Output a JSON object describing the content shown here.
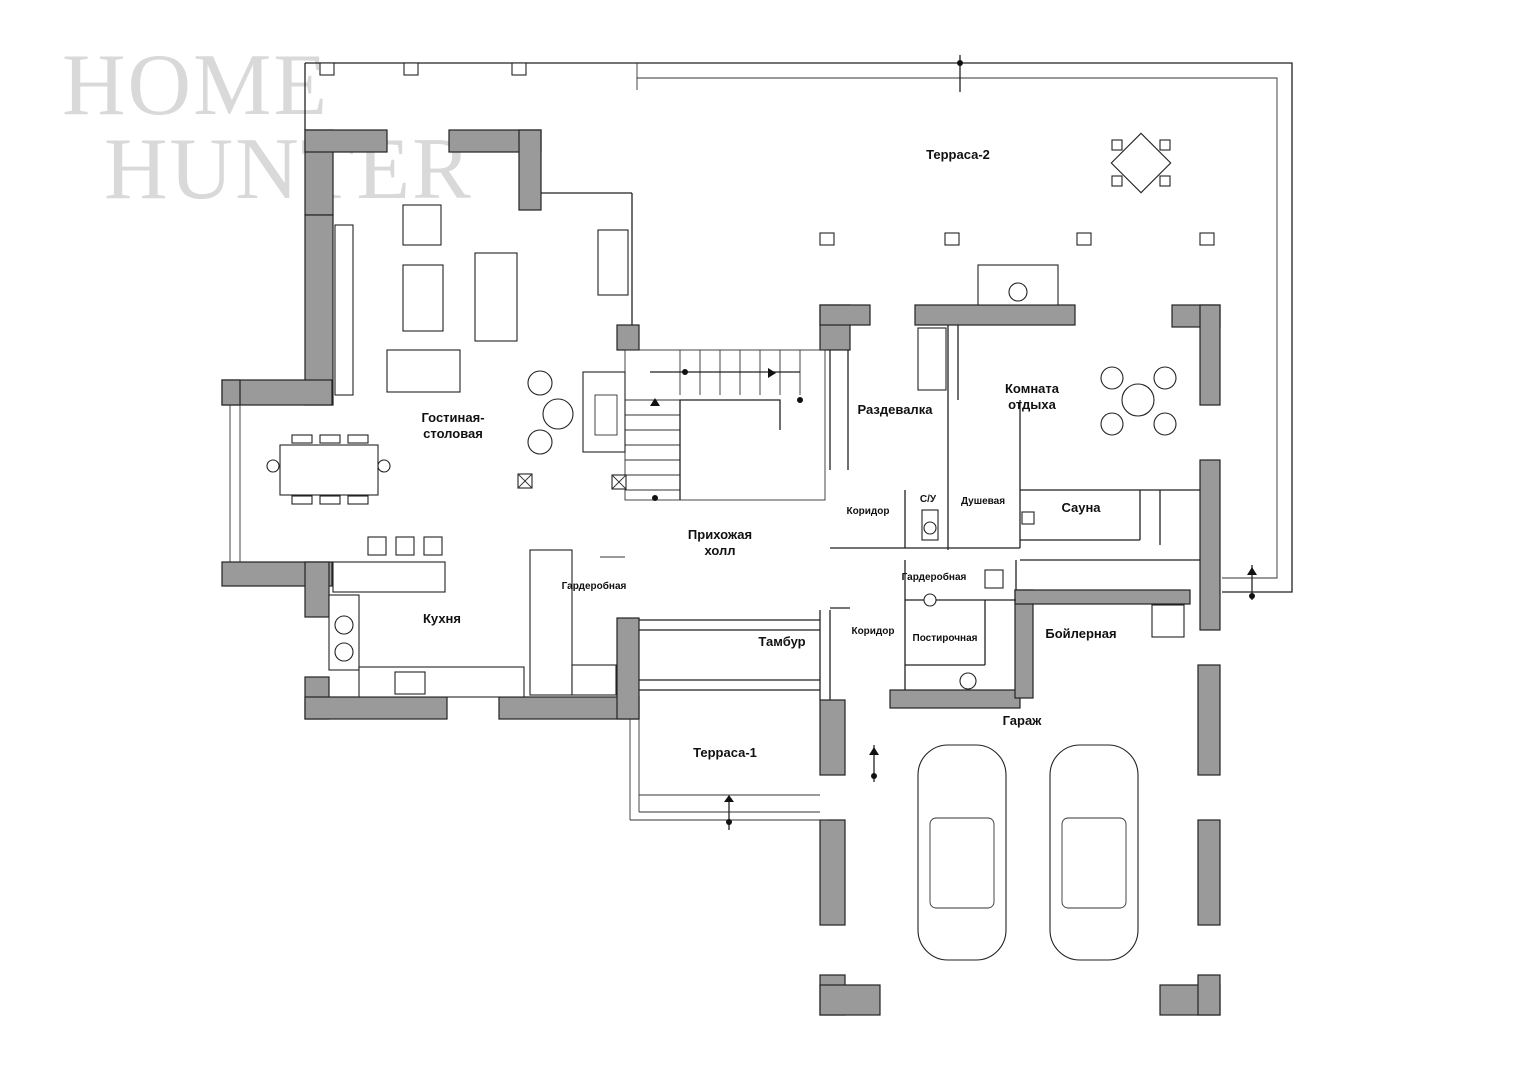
{
  "watermark": {
    "line1": "HOME",
    "line2": "HUNTER"
  },
  "rooms": {
    "terrace2": "Терраса-2",
    "living": [
      "Гостиная-",
      "столовая"
    ],
    "hall": [
      "Прихожая",
      "холл"
    ],
    "kitchen": "Кухня",
    "wardrobe_left": "Гардеробная",
    "vestibule": "Тамбур",
    "terrace1": "Терраса-1",
    "dressing": "Раздевалка",
    "rest_room": [
      "Комната",
      "отдыха"
    ],
    "corridor_top": "Коридор",
    "wc": "С/У",
    "shower": "Душевая",
    "sauna": "Сауна",
    "wardrobe_right": "Гардеробная",
    "corridor_bottom": "Коридор",
    "laundry": "Постирочная",
    "boiler": "Бойлерная",
    "garage": "Гараж"
  },
  "colors": {
    "wall": "#9a9a9a",
    "ink": "#222222",
    "background": "#ffffff"
  }
}
